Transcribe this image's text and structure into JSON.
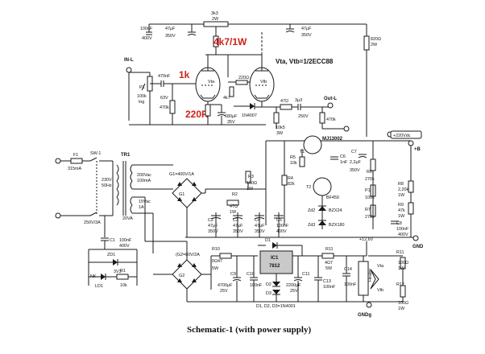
{
  "caption": "Schematic-1 (with power supply)",
  "highlight_labels": {
    "anode_resistor": "4k7/1W",
    "grid_resistor": "1k",
    "cathode_resistor": "220R"
  },
  "tube_note": "Vta, Vtb=1/2ECC88",
  "rails": {
    "hv": "+220Vdc",
    "plus_b": "+B",
    "gnd": "GND",
    "gndg": "GNDg",
    "v12": "+12,6V"
  },
  "io": {
    "in": "IN-L",
    "out": "Out-L"
  },
  "labels": {
    "c_top1": "100nF",
    "c_top1b": "400V",
    "c_top2": "47μF",
    "c_top2b": "350V",
    "r_top": "3k3",
    "r_topb": "2W",
    "c_top3": "47μF",
    "c_top3b": "350V",
    "r820": "820Ω",
    "r820b": "2W",
    "vta": "Vta",
    "vtb": "Vtb",
    "p1": "P1",
    "p1b": "100k",
    "p1c": "log",
    "c470": "470nF",
    "c470b": "63V",
    "r470": "470k",
    "r220ohm": "220Ω",
    "r4k7": "4k7",
    "d1n": "1N4007",
    "r47": "47Ω",
    "c3u3": "3μ3",
    "c3u3b": "250V",
    "c680": "680μF",
    "c680b": "35V",
    "r10k": "10k5",
    "r10kb": "3W",
    "r470k2": "470k",
    "mj": "MJ13002",
    "t1": "T1",
    "t2": "T2",
    "bf": "BF459",
    "r5": "R5",
    "r5b": "10k",
    "c6": "C6",
    "c6b": "1nF",
    "c7": "C7",
    "c7b": "2,2μF",
    "c7c": "350V",
    "r6": "R6",
    "r6b": "270k",
    "p1p": "P1",
    "p1pb": "100k",
    "r7": "R7",
    "r7b": "270k",
    "r8": "R8",
    "r8b": "2,20k",
    "r8c": "1W",
    "r9": "R9",
    "r9b": "47k",
    "r9c": "1W",
    "c8": "C8",
    "c8b": "100nF",
    "c8c": "400V",
    "r3": "R3",
    "r3b": "100Ω",
    "r3c": "1W",
    "r4": "R4",
    "r4b": "82k",
    "zd2": "Zd2",
    "bzx24": "BZX24",
    "zd3": "Zd3",
    "bzx180": "BZX180",
    "r2": "R2",
    "r2b": "47Ω",
    "r2c": "1W",
    "c2": "C2",
    "c2b": "47μF",
    "c2c": "350V",
    "c3": "C3",
    "c3b": "47μF",
    "c3c": "350V",
    "c4": "C4",
    "c4b": "47μF",
    "c4c": "350V",
    "c5": "C5",
    "c5b": "100nF",
    "c5c": "400V",
    "f1": "F1",
    "f1b": "315mA",
    "sw1": "SW-1",
    "sw1b": "250V/3A",
    "tr1": "TR1",
    "v230": "230V",
    "v230b": "50Hz",
    "v200": "200Vac",
    "v200b": "100mA",
    "v15": "15Vac",
    "v15b": "1A",
    "a20": "20VA",
    "g1": "G1",
    "g1rating": "G1=400V/1A",
    "g2": "G2",
    "g2rating": "(G2=80V/2A",
    "c1": "C1",
    "c1b": "100nF",
    "c1c": "400V",
    "zd1": "ZD1",
    "zd1b": "3V3",
    "r1": "R1",
    "r1b": "10k",
    "ld1": "LD1",
    "nk": "NK",
    "r10": "R10",
    "r10b": "0Ω47",
    "r10c": "5W",
    "c9": "C9",
    "c9b": "4700μF",
    "c9c": "25V",
    "c10": "C10",
    "c10b": "100nF",
    "ic1": "IC1",
    "ic1b": "7812",
    "d1": "D1",
    "d2": "D2",
    "d3": "D3",
    "c11": "C11",
    "c11b": "2200μF",
    "c11c": "25V",
    "r11": "R11",
    "r11b": "4Ω7",
    "r11c": "5W",
    "c13": "C13",
    "c13b": "100nF",
    "c14": "C14",
    "c14b": "100nF",
    "heater": "Heater",
    "r11h": "R11",
    "r11hb": "100Ω",
    "r11hc": "1W",
    "r12": "R12",
    "r12b": "100Ω",
    "r12c": "1W",
    "vtah": "Vta",
    "vtbh": "Vtb",
    "diodes": "D1, D2, D3=1N4001"
  }
}
